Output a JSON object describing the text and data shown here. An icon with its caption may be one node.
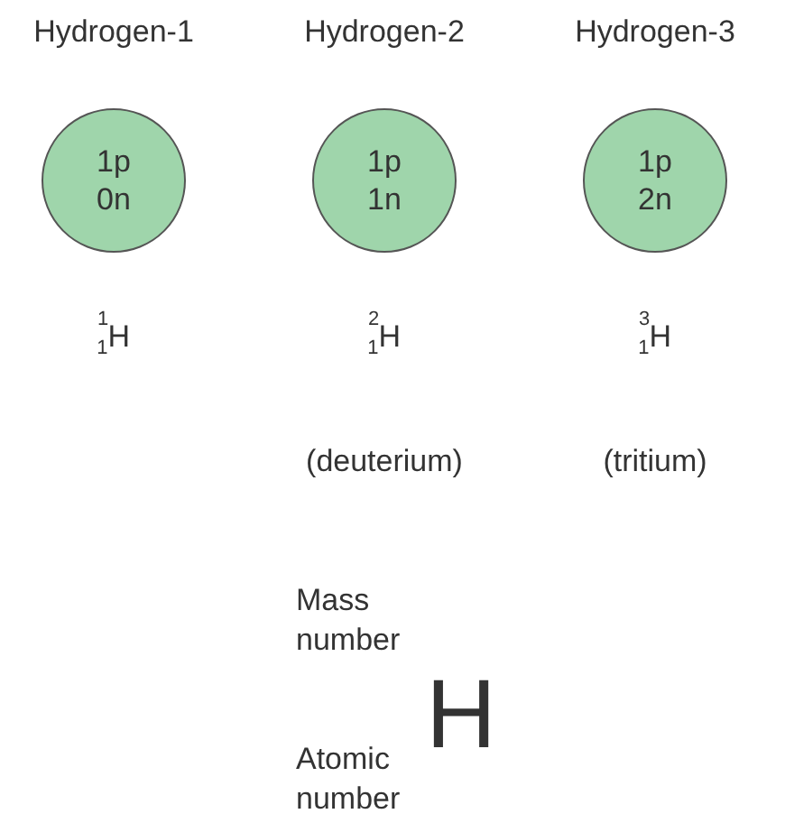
{
  "diagram": {
    "nodes": [
      {
        "text": [
          "Hydrogen-1",
          "1p 0n"
        ],
        "beside": [
          "$^{1}$$_{1}$H"
        ]
      },
      {
        "text": [
          "Hydrogen-2",
          "1p 1n"
        ],
        "beside": [
          "$^{2}$$_{1}$H",
          "(deuterium)"
        ]
      },
      {
        "text": [
          "Hydrogen-3",
          "1p 2n"
        ],
        "beside": [
          "$^{3}$$_{1}$H",
          "(tritium)"
        ]
      }
    ],
    "labels": [
      "Mass number",
      "H",
      "Atomic number"
    ]
  }
}
